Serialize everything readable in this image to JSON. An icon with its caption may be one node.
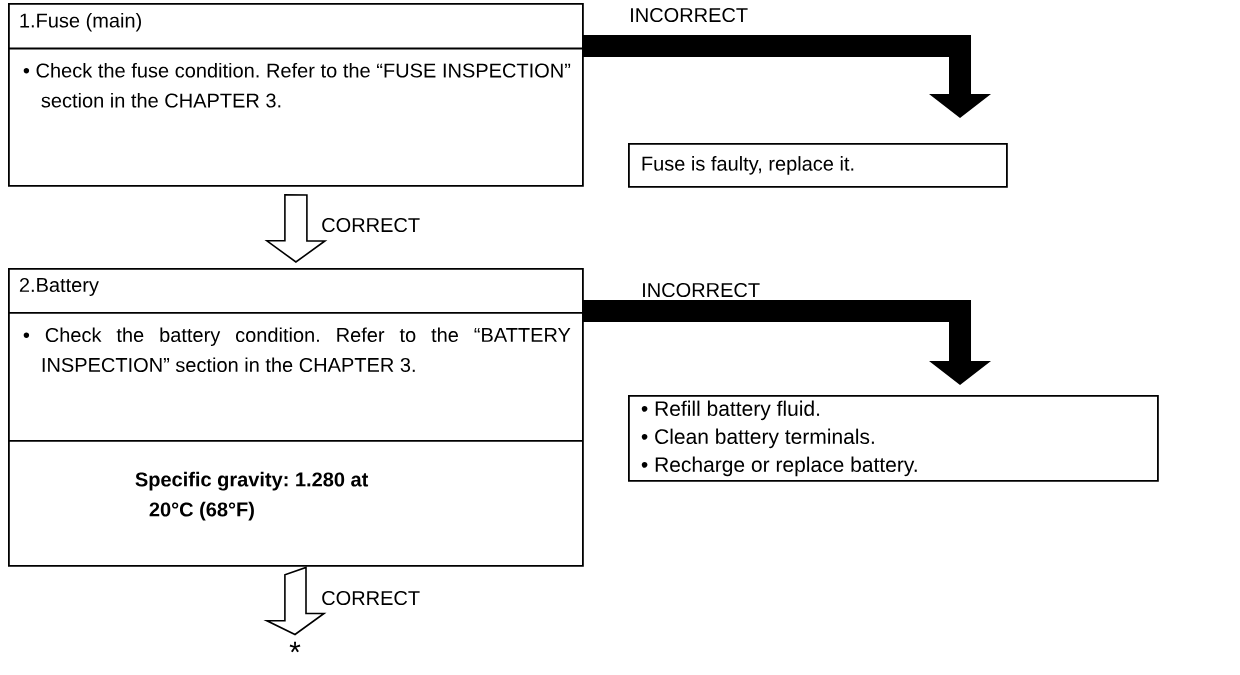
{
  "diagram": {
    "nodes": [
      {
        "text": [
          "1.Fuse (main)",
          "• Check the fuse condition. Refer to the “FUSE INSPECTION” section in the CHAPTER 3."
        ]
      },
      {
        "text": [
          "Fuse is faulty, replace it."
        ]
      },
      {
        "text": [
          "2.Battery",
          "• Check the battery condition. Refer to the “BATTERY INSPECTION” section in the CHAPTER 3.",
          "Specific gravity: 1.280 at 20°C (68°F)"
        ]
      },
      {
        "text": [
          "• Refill battery fluid.",
          "• Clean battery terminals.",
          "• Recharge or replace battery."
        ]
      },
      {
        "text": [
          "*"
        ]
      }
    ],
    "edges": [
      {
        "from": 0,
        "to": 1,
        "arrow": "to",
        "label": "INCORRECT",
        "style": "thick"
      },
      {
        "from": 0,
        "to": 2,
        "arrow": "to",
        "label": "CORRECT"
      },
      {
        "from": 2,
        "to": 3,
        "arrow": "to",
        "label": "INCORRECT",
        "style": "thick"
      },
      {
        "from": 2,
        "to": 4,
        "arrow": "to",
        "label": "CORRECT"
      }
    ]
  }
}
